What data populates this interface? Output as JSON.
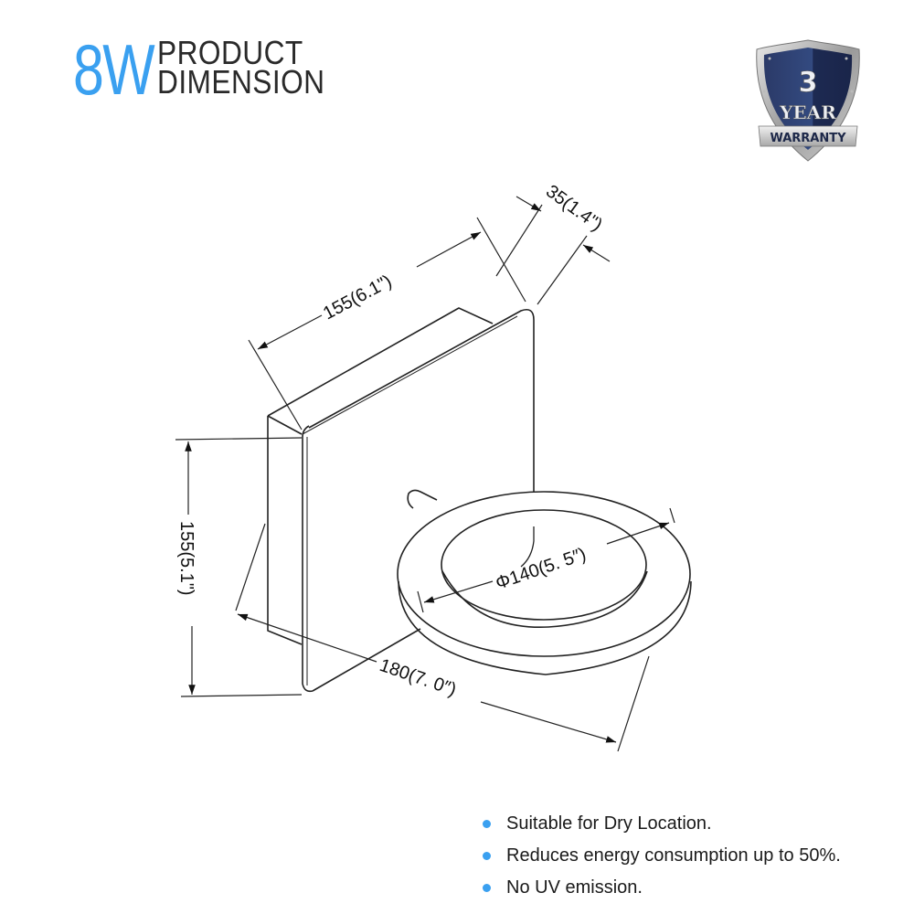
{
  "header": {
    "wattage": "8W",
    "title_line1": "PRODUCT",
    "title_line2": "DIMENSION",
    "accent_color": "#3aa0f0"
  },
  "warranty_badge": {
    "number": "3",
    "word": "YEAR",
    "ribbon": "WARRANTY",
    "icon": "shield-icon"
  },
  "dimensions": {
    "width": "155(6.1\")",
    "depth": "35(1.4\")",
    "height": "155(5.1\")",
    "diameter": "Φ140(5. 5″)",
    "projection": "180(7. 0″)"
  },
  "features": [
    {
      "text": "Suitable for Dry Location."
    },
    {
      "text": "Reduces energy consumption up to 50%."
    },
    {
      "text": "No UV emission."
    }
  ]
}
